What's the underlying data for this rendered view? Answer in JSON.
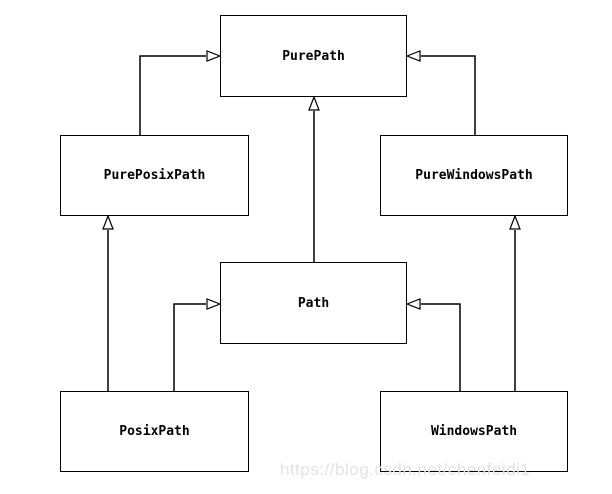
{
  "diagram": {
    "type": "class-inheritance",
    "classes": {
      "pure_path": "PurePath",
      "pure_posix_path": "PurePosixPath",
      "pure_windows_path": "PureWindowsPath",
      "path": "Path",
      "posix_path": "PosixPath",
      "windows_path": "WindowsPath"
    },
    "inheritance": [
      {
        "child": "PurePosixPath",
        "parent": "PurePath"
      },
      {
        "child": "PureWindowsPath",
        "parent": "PurePath"
      },
      {
        "child": "Path",
        "parent": "PurePath"
      },
      {
        "child": "PosixPath",
        "parent": "PurePosixPath"
      },
      {
        "child": "PosixPath",
        "parent": "Path"
      },
      {
        "child": "WindowsPath",
        "parent": "Path"
      },
      {
        "child": "WindowsPath",
        "parent": "PureWindowsPath"
      }
    ],
    "colors": {
      "line": "#000000",
      "box_border": "#000000",
      "background": "#ffffff",
      "watermark": "#e3e3e3"
    }
  },
  "watermark": "https://blog.csdn.net/chenfeidi1"
}
